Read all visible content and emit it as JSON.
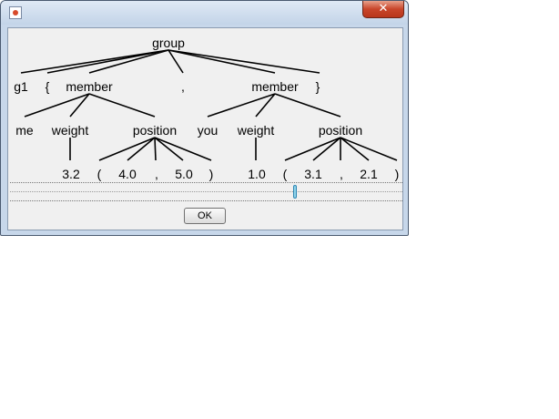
{
  "window": {
    "title": "",
    "close_label": "✕"
  },
  "tree": {
    "root": "group",
    "level1": [
      "g1",
      "{",
      "member",
      ",",
      "member",
      "}"
    ],
    "level2": [
      "me",
      "weight",
      "position",
      "you",
      "weight",
      "position"
    ],
    "level3": [
      "3.2",
      "(",
      "4.0",
      ",",
      "5.0",
      ")",
      "1.0",
      "(",
      "3.1",
      ",",
      "2.1",
      ")"
    ]
  },
  "scrollbar": {
    "position": 0.73
  },
  "dialog": {
    "ok_label": "OK"
  }
}
